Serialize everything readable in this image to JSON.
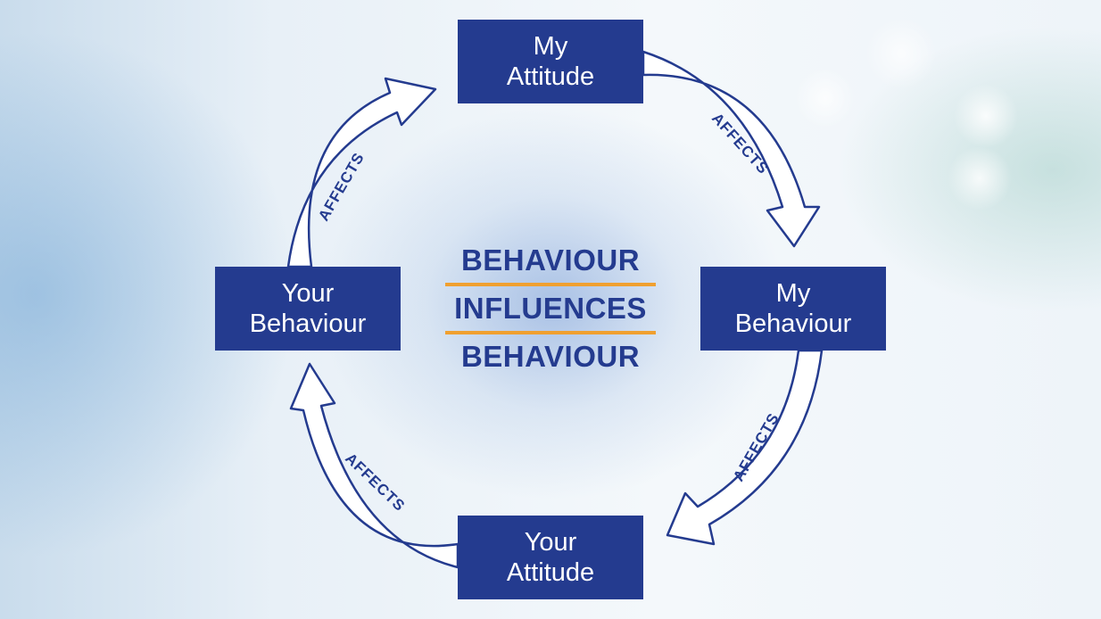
{
  "nodes": {
    "top": {
      "line1": "My",
      "line2": "Attitude"
    },
    "right": {
      "line1": "My",
      "line2": "Behaviour"
    },
    "bottom": {
      "line1": "Your",
      "line2": "Attitude"
    },
    "left": {
      "line1": "Your",
      "line2": "Behaviour"
    }
  },
  "arrows": {
    "top_right": "AFFECTS",
    "bottom_right": "AFFECTS",
    "bottom_left": "AFFECTS",
    "top_left": "AFFECTS"
  },
  "center": {
    "line1": "BEHAVIOUR",
    "line2": "INFLUENCES",
    "line3": "BEHAVIOUR"
  },
  "colors": {
    "box": "#243b8f",
    "text": "#243b8f",
    "rule": "#f0a030",
    "arrow_fill": "#ffffff"
  }
}
